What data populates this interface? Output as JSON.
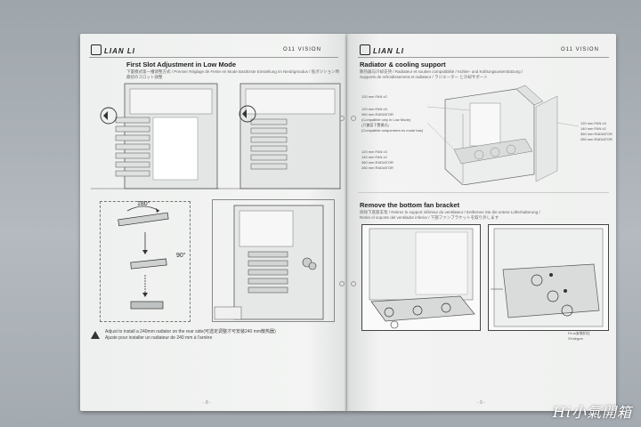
{
  "left_page": {
    "brand": "LIAN LI",
    "model": "O11 VISION",
    "heading": "First Slot Adjustment in Low Mode",
    "subtitle": "下置模式第一槽调整方式 / Premier Réglage de Fente en Mode Bas/Erste Einstellung im Niedrigmodus / 低ポジション時最初のスロット調整",
    "angle_1": "180°",
    "angle_2": "90°",
    "warning_en": "Adjust to install a 240mm radiator on the rear side(可选定调整才可安装240 mm散热器)",
    "warning_fr": "Ajuste pour installer un radiateur de 240 mm à l'arrière",
    "page_number": "- 8 -"
  },
  "right_page": {
    "brand": "LIAN LI",
    "model": "O11 VISION",
    "heading": "Radiator & cooling support",
    "subtitle_1": "散热器与冷却支持 / Radiateur et soutien compatibilité / Kühler- und Kühlungsunterstützung /",
    "subtitle_2": "Supports de refroidissement et radiateur / ラジエーター と冷却サポート",
    "spec_block_1": [
      "120 mm FAN x2",
      "120 mm FAN x3",
      "360 mm RADIATOR",
      "(Compatible only in Low Mode)",
      "(只兼容下置模式)",
      "(Compatible uniquement en mode bas)"
    ],
    "spec_block_2": [
      "120 mm FAN x3",
      "140 mm FAN x2",
      "360 mm RADIATOR",
      "280 mm RADIATOR"
    ],
    "spec_block_3": [
      "120 mm FAN x3",
      "140 mm FAN x2",
      "360 mm RADIATOR",
      "280 mm RADIATOR"
    ],
    "heading_2": "Remove the bottom fan bracket",
    "subtitle_3": "拆除下底部支架 / Retirez le support inférieur du ventilateur / Entfernen Sie die untere Lüfterhalterung /",
    "subtitle_4": "Retire el soporte del ventilador inferior / 下部ファンブラケットを取り外します",
    "fit_label_1": "Fit-in安装扣位",
    "fit_label_2": "S'intégrer",
    "page_number": "- 9 -"
  },
  "watermark": "Hi小氣開箱"
}
